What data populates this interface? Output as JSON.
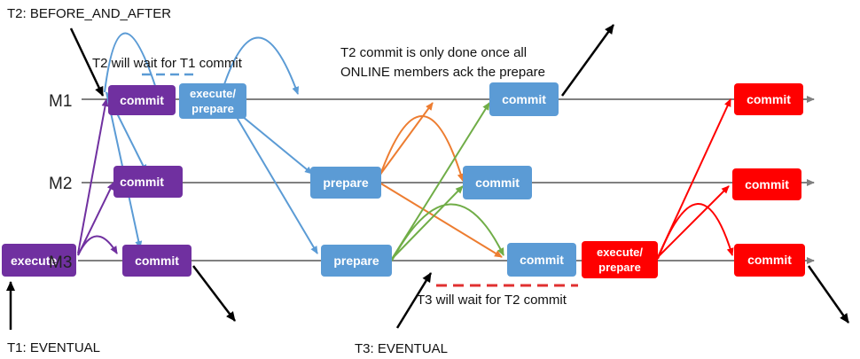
{
  "lanes": [
    {
      "id": "M1",
      "label": "M1"
    },
    {
      "id": "M2",
      "label": "M2"
    },
    {
      "id": "M3",
      "label": "M3"
    }
  ],
  "notes": {
    "t2_consistency": "T2: BEFORE_AND_AFTER",
    "t2_wait": "T2 will wait for T1 commit",
    "t2_commit_line1": "T2 commit is only done once all",
    "t2_commit_line2": "ONLINE members ack the prepare",
    "t3_wait": "T3 will wait for T2 commit",
    "t1_consistency": "T1: EVENTUAL",
    "t3_consistency": "T3: EVENTUAL"
  },
  "boxes": {
    "t1_execute": "execute",
    "t1_commit_m1": "commit",
    "t1_commit_m2": "commit",
    "t1_commit_m3": "commit",
    "t2_execute_line1": "execute/",
    "t2_execute_line2": "prepare",
    "t2_prepare_m2": "prepare",
    "t2_prepare_m3": "prepare",
    "t2_commit_m1": "commit",
    "t2_commit_m2": "commit",
    "t2_commit_m3": "commit",
    "t3_execute_line1": "execute/",
    "t3_execute_line2": "prepare",
    "t3_commit_m1": "commit",
    "t3_commit_m2": "commit",
    "t3_commit_m3": "commit"
  },
  "colors": {
    "t1": "#7030a0",
    "t2": "#5b9bd5",
    "t3": "#ff0000",
    "orange": "#ed7d31",
    "green": "#70ad47",
    "timeline": "#808080",
    "wait_t2": "#5b9bd5",
    "wait_t3": "#e03030"
  }
}
